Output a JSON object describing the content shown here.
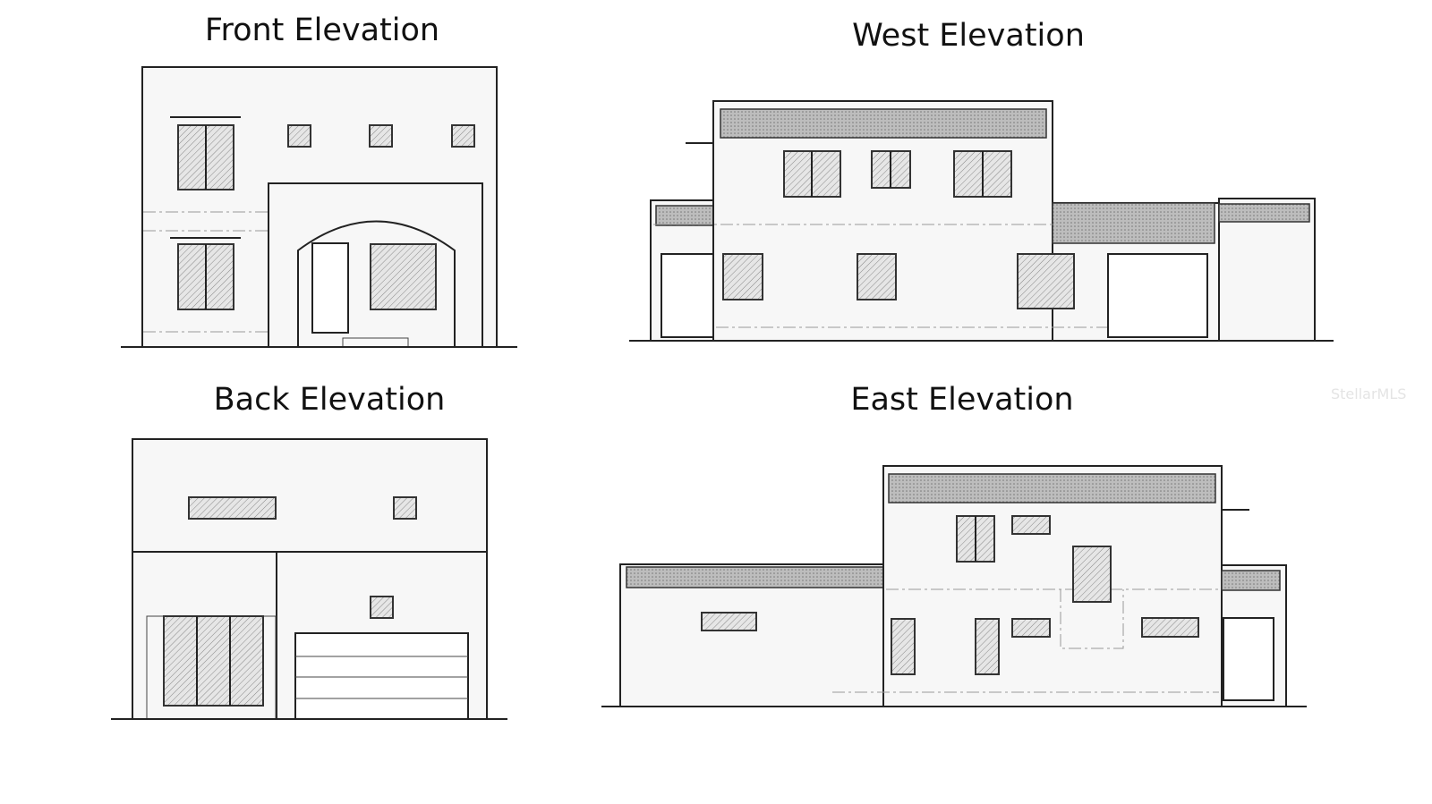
{
  "titles": {
    "front": "Front Elevation",
    "west": "West Elevation",
    "back": "Back Elevation",
    "east": "East Elevation"
  },
  "watermark": "StellarMLS"
}
